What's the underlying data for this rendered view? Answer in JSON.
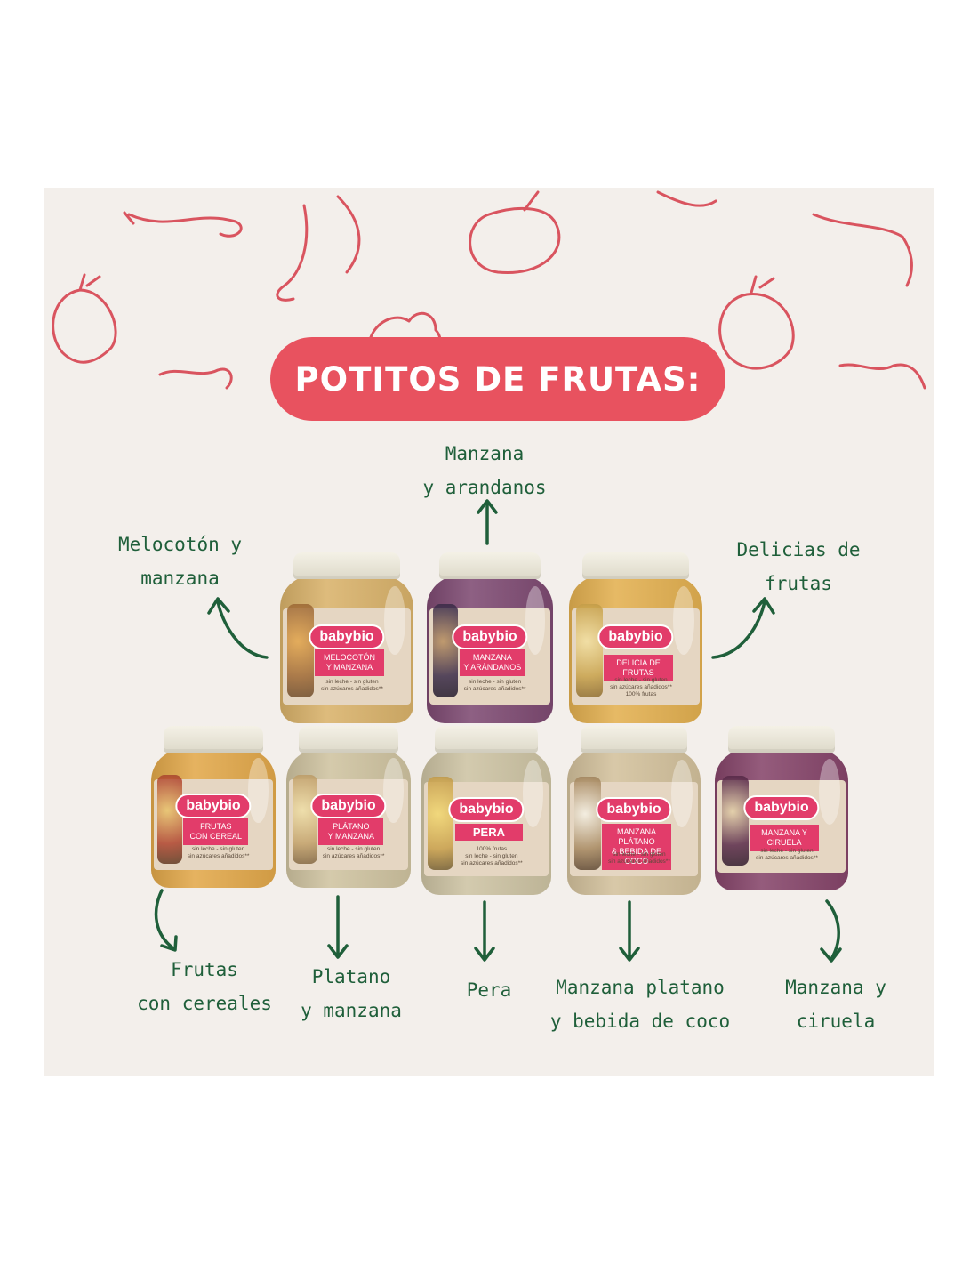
{
  "title": "POTITOS DE FRUTAS:",
  "colors": {
    "panel_bg": "#f3efeb",
    "title_pill": "#e8525f",
    "doodle_stroke": "#d9545f",
    "label_text": "#1f5f3a",
    "brand_pink": "#e23c6a"
  },
  "labels": {
    "arandanos": [
      "Manzana",
      "y arandanos"
    ],
    "melocoton": [
      "Melocotón y",
      "manzana"
    ],
    "delicias": [
      "Delicias de",
      "frutas"
    ],
    "cereales": [
      "Frutas",
      "con cereales"
    ],
    "platano_manzana": [
      "Platano",
      "y manzana"
    ],
    "pera": [
      "Pera"
    ],
    "coco": [
      "Manzana platano",
      "y bebida de coco"
    ],
    "ciruela": [
      "Manzana y",
      "ciruela"
    ]
  },
  "jars": {
    "melocoton": {
      "brand": "babybio",
      "name": [
        "MELOCOTÓN",
        "Y MANZANA"
      ],
      "fine": [
        "sin leche - sin gluten",
        "sin azúcares añadidos**"
      ],
      "color": "#d9b26a"
    },
    "arandanos": {
      "brand": "babybio",
      "name": [
        "MANZANA",
        "Y ARÁNDANOS"
      ],
      "fine": [
        "sin leche - sin gluten",
        "sin azúcares añadidos**"
      ],
      "color": "#7e4a72"
    },
    "delicias": {
      "brand": "babybio",
      "name": [
        "DELICIA DE FRUTAS"
      ],
      "fine": [
        "sin leche - sin gluten",
        "sin azúcares añadidos**",
        "100% frutas"
      ],
      "color": "#e3b050"
    },
    "cereales": {
      "brand": "babybio",
      "name": [
        "FRUTAS",
        "CON CEREAL"
      ],
      "fine": [
        "sin leche - sin gluten",
        "sin azúcares añadidos**"
      ],
      "color": "#e2a84a"
    },
    "platano_manzana": {
      "brand": "babybio",
      "name": [
        "PLÁTANO",
        "Y MANZANA"
      ],
      "fine": [
        "sin leche - sin gluten",
        "sin azúcares añadidos**"
      ],
      "color": "#cfc3a0"
    },
    "pera": {
      "brand": "babybio",
      "name": [
        "PERA"
      ],
      "fine": [
        "100% frutas",
        "sin leche - sin gluten",
        "sin azúcares añadidos**"
      ],
      "color": "#cdc3a3"
    },
    "coco": {
      "brand": "babybio",
      "name": [
        "MANZANA PLÁTANO",
        "& BEBIDA DE COCO"
      ],
      "fine": [
        "sin leche - sin gluten",
        "sin azúcares añadidos**"
      ],
      "color": "#d3c19c"
    },
    "ciruela": {
      "brand": "babybio",
      "name": [
        "MANZANA Y CIRUELA"
      ],
      "fine": [
        "sin leche - sin gluten",
        "sin azúcares añadidos**"
      ],
      "color": "#86456a"
    }
  }
}
